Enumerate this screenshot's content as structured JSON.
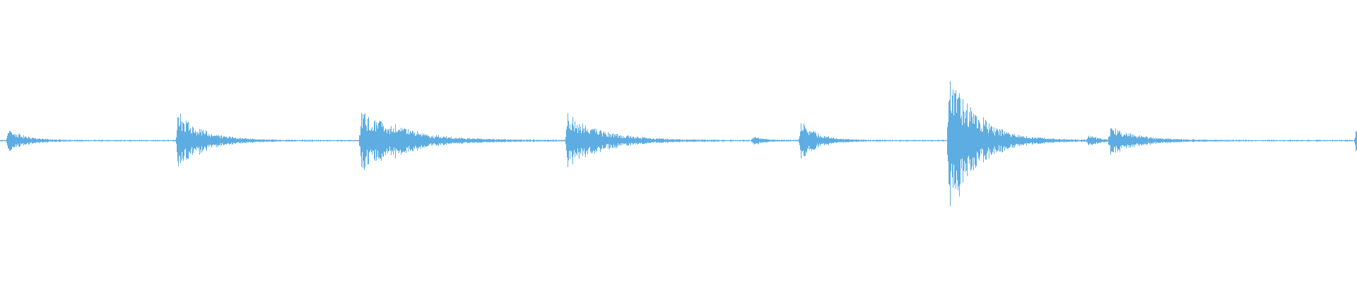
{
  "waveform": {
    "color": "#5dade2",
    "background": "#ffffff",
    "duration_fraction_markers": "none",
    "transients": [
      {
        "t": 0.006,
        "amp": 0.12,
        "decay": 0.012
      },
      {
        "t": 0.131,
        "amp": 0.3,
        "decay": 0.018
      },
      {
        "t": 0.266,
        "amp": 0.3,
        "decay": 0.03
      },
      {
        "t": 0.291,
        "amp": 0.05,
        "decay": 0.01
      },
      {
        "t": 0.418,
        "amp": 0.28,
        "decay": 0.025
      },
      {
        "t": 0.555,
        "amp": 0.04,
        "decay": 0.008
      },
      {
        "t": 0.59,
        "amp": 0.2,
        "decay": 0.012
      },
      {
        "t": 0.699,
        "amp": 0.75,
        "decay": 0.02
      },
      {
        "t": 0.802,
        "amp": 0.05,
        "decay": 0.008
      },
      {
        "t": 0.818,
        "amp": 0.14,
        "decay": 0.02
      },
      {
        "t": 0.999,
        "amp": 0.1,
        "decay": 0.004
      }
    ],
    "noise_floor": 0.006
  }
}
